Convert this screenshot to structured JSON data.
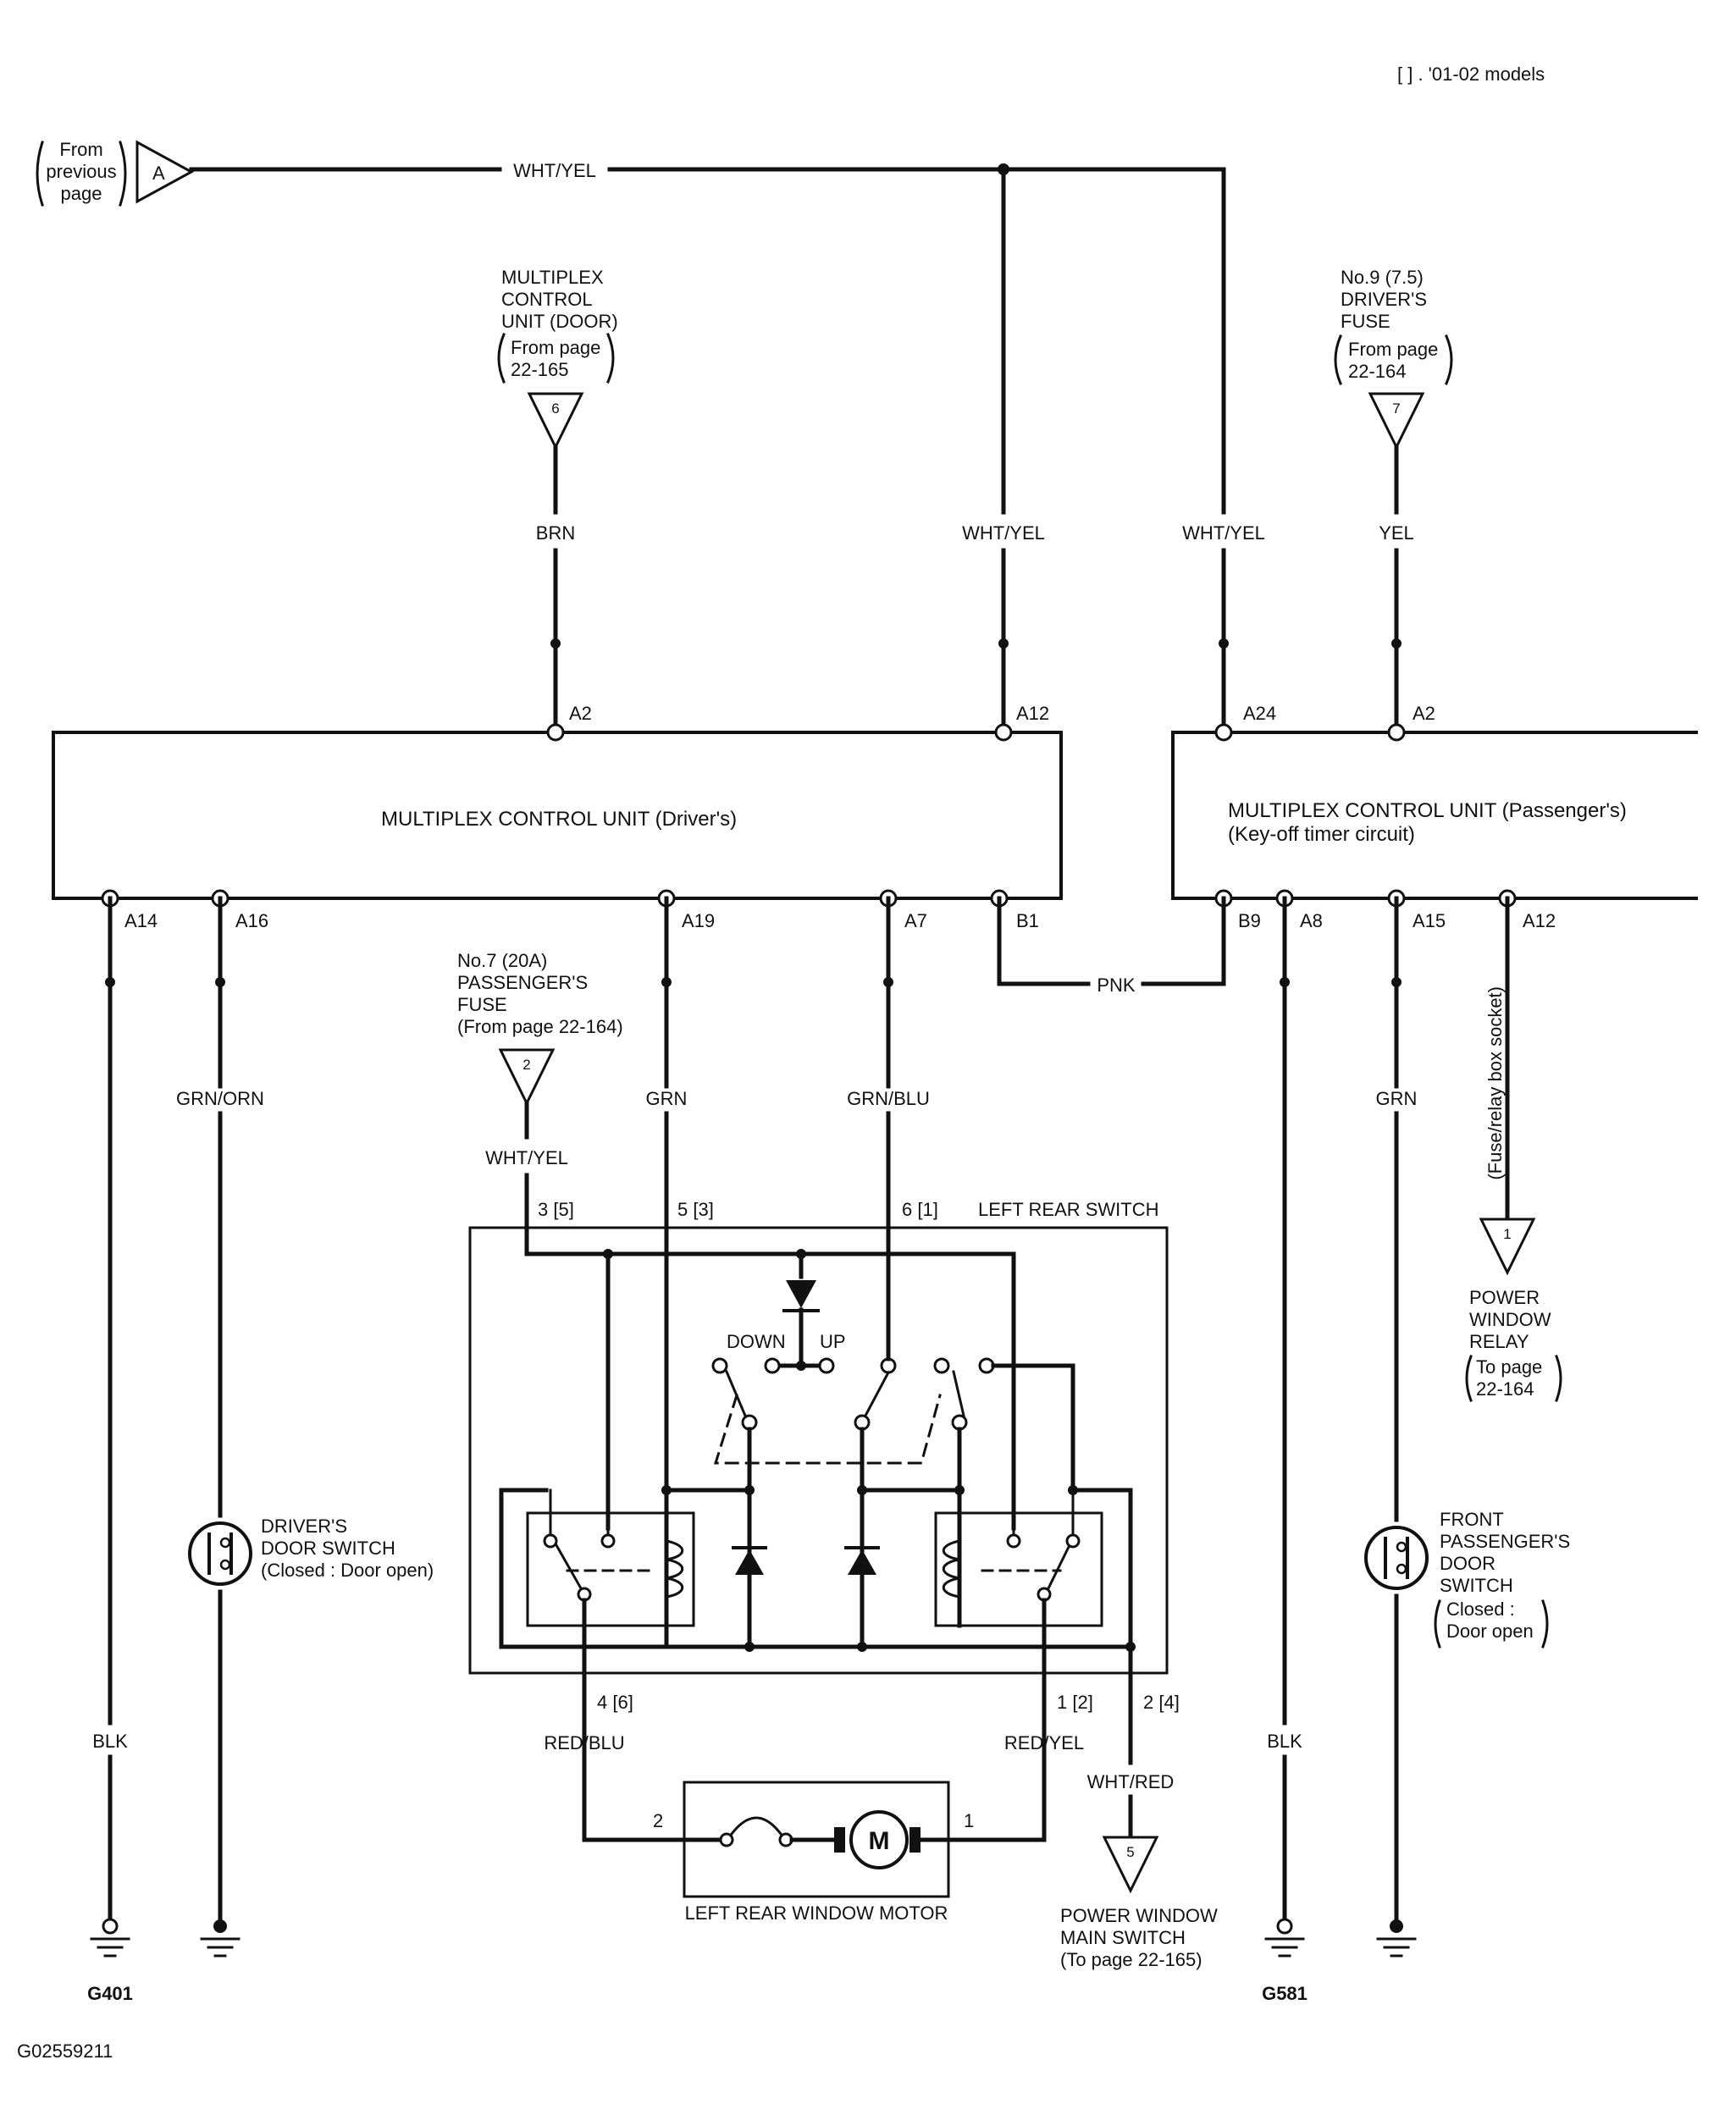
{
  "header": {
    "note": "[   ] . '01-02 models"
  },
  "footer": {
    "figure_id": "G02559211"
  },
  "connectors": {
    "from_prev": {
      "letter": "A",
      "text": [
        "From",
        "previous",
        "page"
      ]
    },
    "mcu_door": {
      "number": "6",
      "title": [
        "MULTIPLEX",
        "CONTROL",
        "UNIT (DOOR)"
      ],
      "ref": [
        "From page",
        "22-165"
      ]
    },
    "fuse9": {
      "number": "7",
      "title": [
        "No.9 (7.5)",
        "DRIVER'S",
        "FUSE"
      ],
      "ref": [
        "From page",
        "22-164"
      ]
    },
    "fuse7": {
      "number": "2",
      "title": [
        "No.7 (20A)",
        "PASSENGER'S",
        "FUSE",
        "(From page 22-164)"
      ]
    },
    "relay": {
      "number": "1",
      "title": [
        "POWER",
        "WINDOW",
        "RELAY"
      ],
      "ref": [
        "To page",
        "22-164"
      ]
    },
    "main_switch": {
      "number": "5",
      "title": [
        "POWER WINDOW",
        "MAIN SWITCH",
        "(To page 22-165)"
      ]
    }
  },
  "wires": {
    "top": "WHT/YEL",
    "brn": "BRN",
    "a12": "WHT/YEL",
    "a24": "WHT/YEL",
    "yel": "YEL",
    "pnk": "PNK",
    "blk_left": "BLK",
    "grn_orn": "GRN/ORN",
    "grn_a19": "GRN",
    "grn_blu": "GRN/BLU",
    "wht_yel_fuse": "WHT/YEL",
    "blk_right": "BLK",
    "grn_a15": "GRN",
    "fuse_socket": "(Fuse/relay box socket)",
    "red_blu": "RED/BLU",
    "red_yel": "RED/YEL",
    "wht_red": "WHT/RED"
  },
  "units": {
    "driver": {
      "title": "MULTIPLEX CONTROL UNIT (Driver's)",
      "pins": {
        "a2": "A2",
        "a12": "A12",
        "a14": "A14",
        "a16": "A16",
        "a19": "A19",
        "a7": "A7",
        "b1": "B1"
      }
    },
    "passenger": {
      "title": "MULTIPLEX CONTROL UNIT (Passenger's)",
      "subtitle": "(Key-off timer circuit)",
      "pins": {
        "a24": "A24",
        "a2": "A2",
        "b9": "B9",
        "a8": "A8",
        "a15": "A15",
        "a12": "A12"
      }
    }
  },
  "rear_switch": {
    "title": "LEFT REAR SWITCH",
    "down": "DOWN",
    "up": "UP",
    "pins": {
      "p3": "3 [5]",
      "p5": "5 [3]",
      "p6": "6 [1]",
      "p4": "4 [6]",
      "p1": "1 [2]",
      "p2": "2 [4]"
    }
  },
  "motor": {
    "title": "LEFT REAR WINDOW MOTOR",
    "symbol": "M",
    "pin_left": "2",
    "pin_right": "1"
  },
  "door_switches": {
    "driver": [
      "DRIVER'S",
      "DOOR SWITCH",
      "(Closed : Door open)"
    ],
    "passenger": [
      "FRONT",
      "PASSENGER'S",
      "DOOR",
      "SWITCH",
      "Closed :",
      "Door open"
    ]
  },
  "grounds": {
    "g401": "G401",
    "g581": "G581"
  }
}
